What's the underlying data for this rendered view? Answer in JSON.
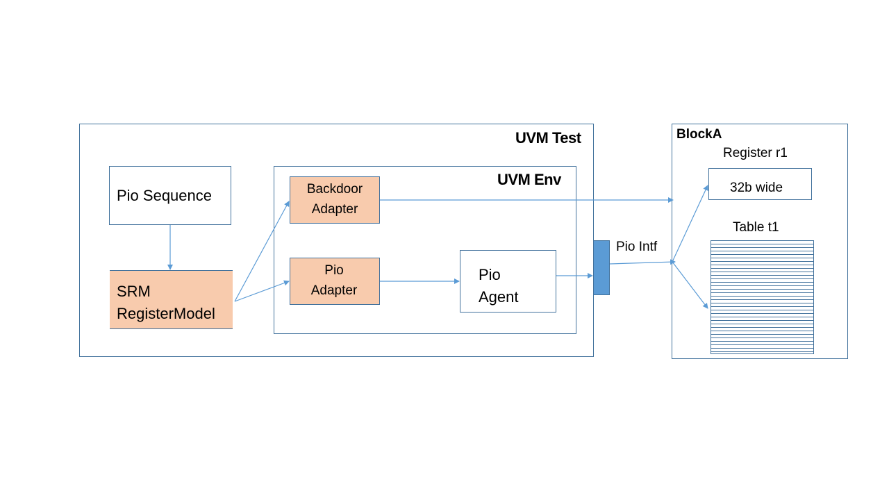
{
  "uvm_test": {
    "title": "UVM Test"
  },
  "uvm_env": {
    "title": "UVM Env"
  },
  "pio_sequence": {
    "label": "Pio Sequence"
  },
  "srm_model": {
    "line1": "SRM",
    "line2": "RegisterModel"
  },
  "backdoor_adapter": {
    "line1": "Backdoor",
    "line2": "Adapter"
  },
  "pio_adapter": {
    "line1": "Pio",
    "line2": "Adapter"
  },
  "pio_agent": {
    "line1": "Pio",
    "line2": "Agent"
  },
  "pio_intf": {
    "label": "Pio Intf"
  },
  "block_a": {
    "title": "BlockA",
    "register": {
      "name": "Register r1",
      "desc": "32b wide"
    },
    "table": {
      "name": "Table t1"
    }
  },
  "colors": {
    "line": "#5b9bd5",
    "border": "#41719c",
    "adapter_fill": "#f8cbad",
    "intf_fill": "#5b9bd5"
  }
}
